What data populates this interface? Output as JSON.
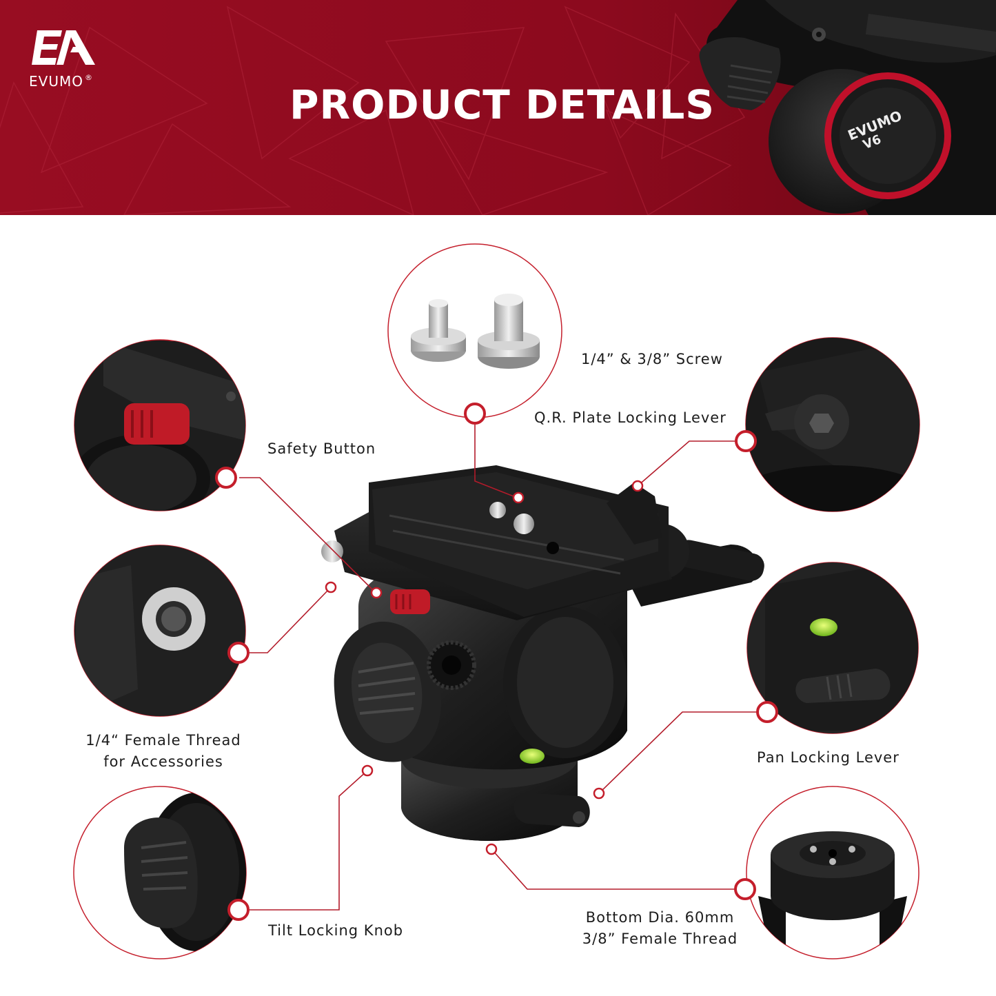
{
  "brand": {
    "name": "EVUMO",
    "mark": "EA",
    "registered": "®"
  },
  "header": {
    "title": "PRODUCT DETAILS"
  },
  "hero": {
    "logo_text": "EVUMO",
    "model": "V6"
  },
  "accent_color": "#8e0a1e",
  "callout_color": "#c41e2b",
  "callouts": [
    {
      "id": "screw",
      "label": "1/4” & 3/8” Screw"
    },
    {
      "id": "qr_plate",
      "label": "Q.R. Plate Locking Lever"
    },
    {
      "id": "safety",
      "label": "Safety Button"
    },
    {
      "id": "female_thread",
      "line1": "1/4“ Female Thread",
      "line2": "for Accessories"
    },
    {
      "id": "pan",
      "label": "Pan Locking Lever"
    },
    {
      "id": "tilt",
      "label": "Tilt Locking Knob"
    },
    {
      "id": "bottom",
      "line1": "Bottom Dia. 60mm",
      "line2": "3/8” Female Thread"
    }
  ]
}
